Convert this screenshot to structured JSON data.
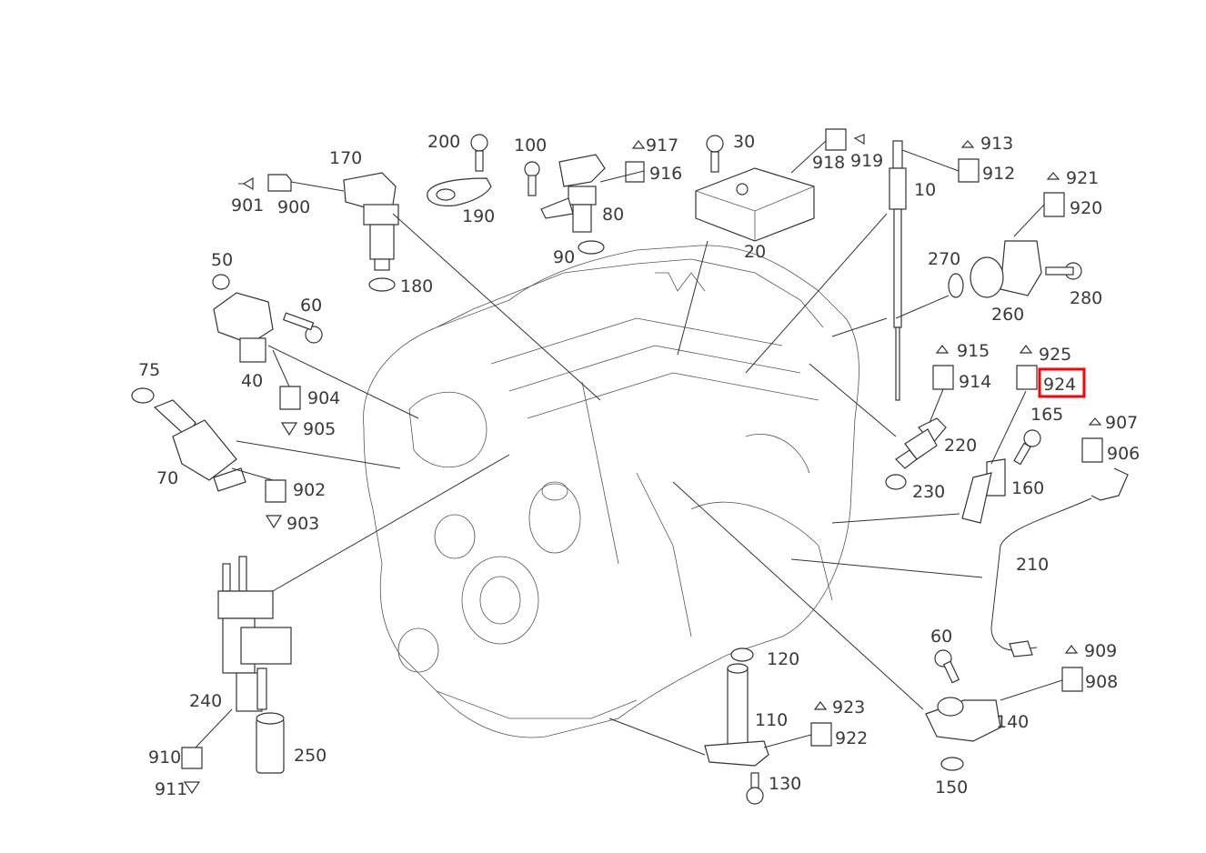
{
  "labels": [
    {
      "id": "p200",
      "text": "200"
    },
    {
      "id": "p100",
      "text": "100"
    },
    {
      "id": "p917",
      "text": "917"
    },
    {
      "id": "p30",
      "text": "30"
    },
    {
      "id": "p913",
      "text": "913"
    },
    {
      "id": "p170",
      "text": "170"
    },
    {
      "id": "p916",
      "text": "916"
    },
    {
      "id": "p918",
      "text": "918"
    },
    {
      "id": "p919",
      "text": "919"
    },
    {
      "id": "p912",
      "text": "912"
    },
    {
      "id": "p921",
      "text": "921"
    },
    {
      "id": "p10",
      "text": "10"
    },
    {
      "id": "p901",
      "text": "901"
    },
    {
      "id": "p900",
      "text": "900"
    },
    {
      "id": "p190",
      "text": "190"
    },
    {
      "id": "p80",
      "text": "80"
    },
    {
      "id": "p920",
      "text": "920"
    },
    {
      "id": "p20",
      "text": "20"
    },
    {
      "id": "p90",
      "text": "90"
    },
    {
      "id": "p270",
      "text": "270"
    },
    {
      "id": "p50",
      "text": "50"
    },
    {
      "id": "p180",
      "text": "180"
    },
    {
      "id": "p280",
      "text": "280"
    },
    {
      "id": "p60a",
      "text": "60"
    },
    {
      "id": "p260",
      "text": "260"
    },
    {
      "id": "p915",
      "text": "915"
    },
    {
      "id": "p925",
      "text": "925"
    },
    {
      "id": "p75",
      "text": "75"
    },
    {
      "id": "p40",
      "text": "40"
    },
    {
      "id": "p914",
      "text": "914"
    },
    {
      "id": "p924",
      "text": "924"
    },
    {
      "id": "p904",
      "text": "904"
    },
    {
      "id": "p907",
      "text": "907"
    },
    {
      "id": "p165",
      "text": "165"
    },
    {
      "id": "p905",
      "text": "905"
    },
    {
      "id": "p220",
      "text": "220"
    },
    {
      "id": "p906",
      "text": "906"
    },
    {
      "id": "p70",
      "text": "70"
    },
    {
      "id": "p902",
      "text": "902"
    },
    {
      "id": "p160",
      "text": "160"
    },
    {
      "id": "p230",
      "text": "230"
    },
    {
      "id": "p903",
      "text": "903"
    },
    {
      "id": "p210",
      "text": "210"
    },
    {
      "id": "p60b",
      "text": "60"
    },
    {
      "id": "p909",
      "text": "909"
    },
    {
      "id": "p120",
      "text": "120"
    },
    {
      "id": "p908",
      "text": "908"
    },
    {
      "id": "p240",
      "text": "240"
    },
    {
      "id": "p923",
      "text": "923"
    },
    {
      "id": "p110",
      "text": "110"
    },
    {
      "id": "p140",
      "text": "140"
    },
    {
      "id": "p922",
      "text": "922"
    },
    {
      "id": "p910",
      "text": "910"
    },
    {
      "id": "p250",
      "text": "250"
    },
    {
      "id": "p130",
      "text": "130"
    },
    {
      "id": "p150",
      "text": "150"
    },
    {
      "id": "p911",
      "text": "911"
    }
  ],
  "highlight": {
    "label_id": "p924",
    "color": "#ff0000"
  },
  "colors": {
    "line": "#333333",
    "text": "#3a3a3a",
    "background": "#ffffff"
  }
}
